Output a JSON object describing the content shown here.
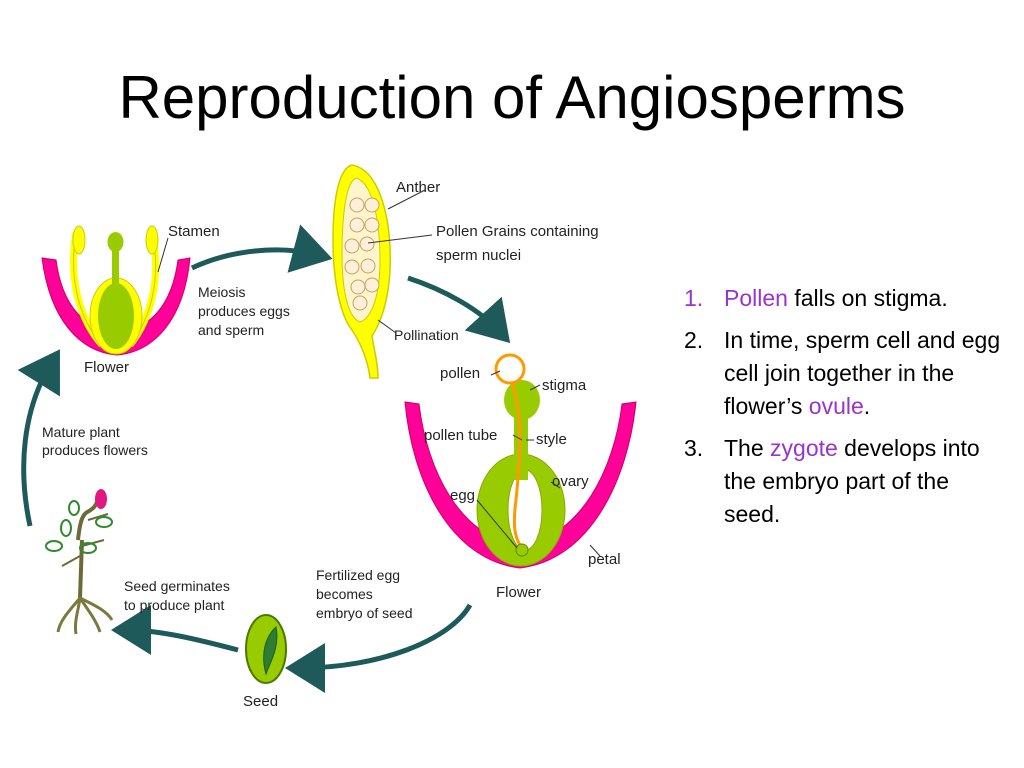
{
  "title": "Reproduction of Angiosperms",
  "colors": {
    "petal": "#ff0099",
    "stamen": "#ffff00",
    "ovary": "#99cc00",
    "pollen_tube": "#ff9900",
    "arrow": "#1f5a5a",
    "highlight": "#9933cc"
  },
  "diagram": {
    "labels": {
      "stamen": "Stamen",
      "flower_top": "Flower",
      "anther": "Anther",
      "pollen_grains_1": "Pollen Grains containing",
      "pollen_grains_2": "sperm nuclei",
      "meiosis_1": "Meiosis",
      "meiosis_2": "produces eggs",
      "meiosis_3": "and sperm",
      "pollination": "Pollination",
      "pollen": "pollen",
      "stigma": "stigma",
      "pollen_tube": "pollen tube",
      "style": "style",
      "ovary": "ovary",
      "egg": "egg",
      "petal": "petal",
      "flower_bottom": "Flower",
      "mature_1": "Mature plant",
      "mature_2": "produces flowers",
      "seed_germ_1": "Seed germinates",
      "seed_germ_2": "to produce plant",
      "fert_1": "Fertilized egg",
      "fert_2": "becomes",
      "fert_3": "embryo of seed",
      "seed": "Seed"
    }
  },
  "steps": [
    {
      "number": "1.",
      "highlighted_number": true,
      "parts": [
        {
          "text": "Pollen",
          "hl": true
        },
        {
          "text": " falls on stigma.",
          "hl": false
        }
      ]
    },
    {
      "number": "2.",
      "highlighted_number": false,
      "parts": [
        {
          "text": "In time, sperm cell and egg cell join together in the flower’s ",
          "hl": false
        },
        {
          "text": "ovule",
          "hl": true
        },
        {
          "text": ".",
          "hl": false
        }
      ]
    },
    {
      "number": "3.",
      "highlighted_number": false,
      "parts": [
        {
          "text": "The ",
          "hl": false
        },
        {
          "text": "zygote",
          "hl": true
        },
        {
          "text": " develops into the embryo part of the seed.",
          "hl": false
        }
      ]
    }
  ]
}
